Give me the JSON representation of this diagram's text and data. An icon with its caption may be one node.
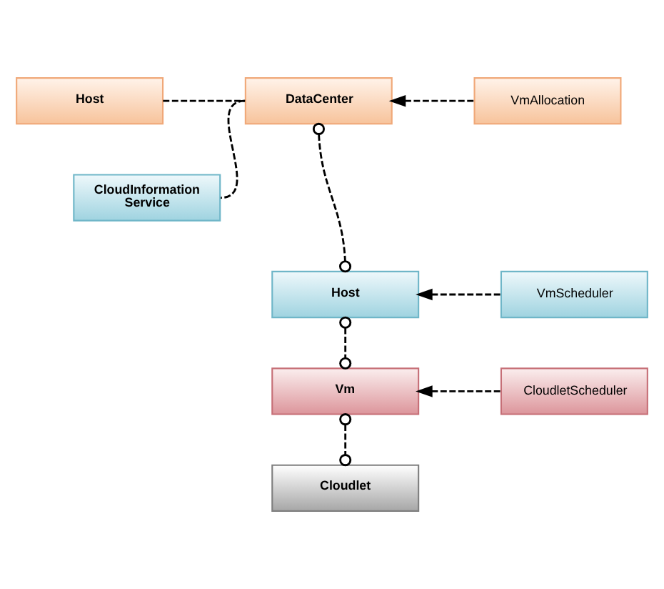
{
  "diagram": {
    "nodes": [
      {
        "text": [
          "Host"
        ]
      },
      {
        "text": [
          "DataCenter"
        ]
      },
      {
        "text": [
          "VmAllocation"
        ]
      },
      {
        "text": [
          "CloudInformation Service"
        ]
      },
      {
        "text": [
          "Host"
        ]
      },
      {
        "text": [
          "VmScheduler"
        ]
      },
      {
        "text": [
          "Vm"
        ]
      },
      {
        "text": [
          "CloudletScheduler"
        ]
      },
      {
        "text": [
          "Cloudlet"
        ]
      }
    ],
    "edges": [
      {
        "from": 0,
        "to": 1,
        "arrow": "none",
        "style": "dashed"
      },
      {
        "from": 2,
        "to": 1,
        "arrow": "to",
        "style": "dashed"
      },
      {
        "from": 1,
        "to": 3,
        "arrow": "none",
        "style": "dashed"
      },
      {
        "from": 1,
        "to": 4,
        "arrow": "other",
        "style": "dashed"
      },
      {
        "from": 5,
        "to": 4,
        "arrow": "to",
        "style": "dashed"
      },
      {
        "from": 4,
        "to": 6,
        "arrow": "other",
        "style": "dashed"
      },
      {
        "from": 7,
        "to": 6,
        "arrow": "to",
        "style": "dashed"
      },
      {
        "from": 6,
        "to": 8,
        "arrow": "other",
        "style": "dashed"
      }
    ]
  }
}
